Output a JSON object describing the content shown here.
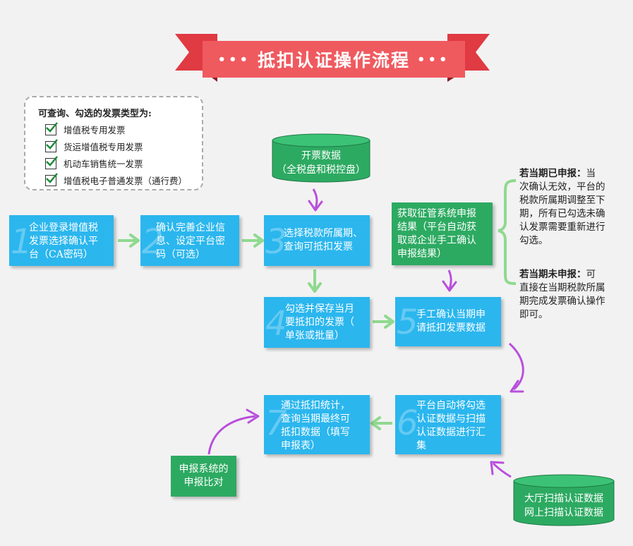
{
  "title": {
    "text": "抵扣认证操作流程",
    "dots_left": "•••",
    "dots_right": "•••"
  },
  "legend": {
    "title": "可查询、勾选的发票类型为:",
    "items": [
      "增值税专用发票",
      "货运增值税专用发票",
      "机动车销售统一发票",
      "增值税电子普通发票（通行费）"
    ]
  },
  "steps": [
    {
      "num": "1",
      "lines": [
        "企业登录增值税",
        "发票选择确认平",
        "台（CA密码）"
      ]
    },
    {
      "num": "2",
      "lines": [
        "确认完善企业信",
        "息、设定平台密",
        "码（可选）"
      ]
    },
    {
      "num": "3",
      "lines": [
        "选择税款所属期、",
        "查询可抵扣发票"
      ]
    },
    {
      "num": "4",
      "lines": [
        "勾选并保存当月",
        "要抵扣的发票（",
        "单张或批量）"
      ]
    },
    {
      "num": "5",
      "lines": [
        "手工确认当期申",
        "请抵扣发票数据"
      ]
    },
    {
      "num": "6",
      "lines": [
        "平台自动将勾选",
        "认证数据与扫描",
        "认证数据进行汇",
        "集"
      ]
    },
    {
      "num": "7",
      "lines": [
        "通过抵扣统计，",
        "查询当期最终可",
        "抵扣数据（填写",
        "申报表）"
      ]
    }
  ],
  "green_boxes": {
    "tax_result": {
      "lines": [
        "获取征管系统申报",
        "结果（平台自动获",
        "取或企业手工确认",
        "申报结果）"
      ]
    },
    "compare": {
      "lines": [
        "申报系统的",
        "申报比对"
      ]
    }
  },
  "cylinders": {
    "invoice": {
      "lines": [
        "开票数据",
        "（全税盘和税控盘）"
      ]
    },
    "scan": {
      "lines": [
        "大厅扫描认证数据",
        "网上扫描认证数据"
      ]
    }
  },
  "notes": {
    "declared": {
      "head": "若当期已申报：",
      "lines": [
        "当",
        "次确认无效，平台的",
        "税款所属期调整至下",
        "期，所有已勾选未确",
        "认发票需要重新进行",
        "勾选。"
      ]
    },
    "undeclared": {
      "head": "若当期未申报：",
      "lines": [
        "可",
        "直接在当期税款所属",
        "期完成发票确认操作",
        "即可。"
      ]
    }
  },
  "colors": {
    "ribbon": "#ef5a5f",
    "ribbon_dark": "#c7343b",
    "blue": "#2bb6ee",
    "green": "#2daa62",
    "arrow_green": "#8fd98f",
    "arrow_purple": "#b94fdc"
  }
}
